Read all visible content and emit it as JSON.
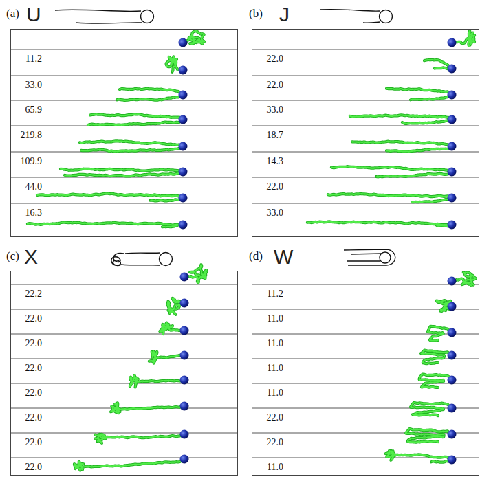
{
  "diagram": {
    "nodes": [
      {
        "text": [
          "(a)",
          "U",
          "11.2",
          "33.0",
          "65.9",
          "219.8",
          "109.9",
          "44.0",
          "16.3"
        ]
      },
      {
        "text": [
          "(b)",
          "J",
          "22.0",
          "22.0",
          "33.0",
          "18.7",
          "14.3",
          "22.0",
          "33.0"
        ]
      },
      {
        "text": [
          "(c)",
          "X",
          "22.2",
          "22.0",
          "22.0",
          "22.0",
          "22.0",
          "22.0",
          "22.0",
          "22.0"
        ]
      },
      {
        "text": [
          "(d)",
          "W",
          "11.2",
          "11.0",
          "11.0",
          "11.0",
          "11.0",
          "22.0",
          "22.0",
          "11.0"
        ]
      }
    ]
  }
}
